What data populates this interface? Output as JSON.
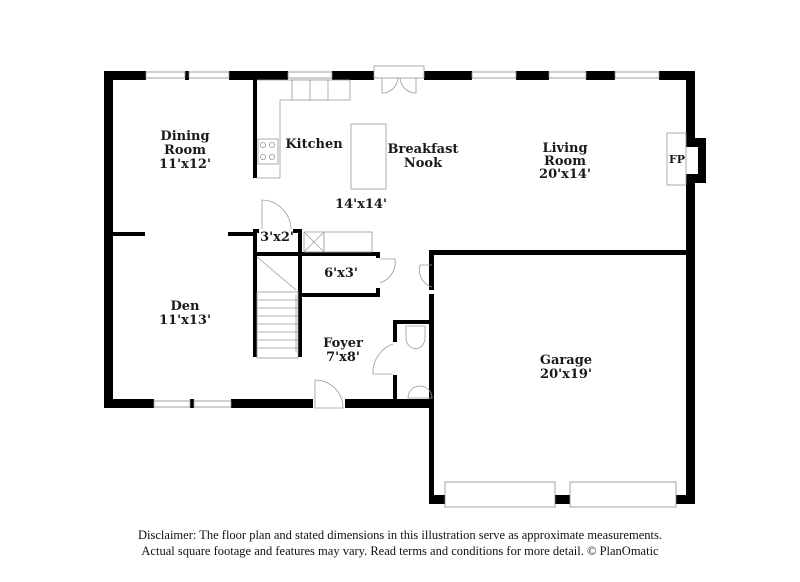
{
  "floor_plan": {
    "rooms": [
      {
        "id": "dining",
        "name_lines": [
          "Dining",
          "Room"
        ],
        "dimensions": "11'x12'"
      },
      {
        "id": "kitchen",
        "name_lines": [
          "Kitchen"
        ],
        "dimensions": ""
      },
      {
        "id": "breakfast-nook",
        "name_lines": [
          "Breakfast",
          "Nook"
        ],
        "dimensions": "14'x14'"
      },
      {
        "id": "living",
        "name_lines": [
          "Living",
          "Room"
        ],
        "dimensions": "20'x14'"
      },
      {
        "id": "closet-small",
        "name_lines": [],
        "dimensions": "3'x2'"
      },
      {
        "id": "closet-mid",
        "name_lines": [],
        "dimensions": "6'x3'"
      },
      {
        "id": "den",
        "name_lines": [
          "Den"
        ],
        "dimensions": "11'x13'"
      },
      {
        "id": "foyer",
        "name_lines": [
          "Foyer"
        ],
        "dimensions": "7'x8'"
      },
      {
        "id": "garage",
        "name_lines": [
          "Garage"
        ],
        "dimensions": "20'x19'"
      }
    ],
    "fireplace_label": "FP"
  },
  "disclaimer": {
    "line1": "Disclaimer: The floor plan and stated dimensions in this illustration serve as approximate measurements.",
    "line2": "Actual square footage and features may vary. Read terms and conditions for more detail. © PlanOmatic"
  }
}
